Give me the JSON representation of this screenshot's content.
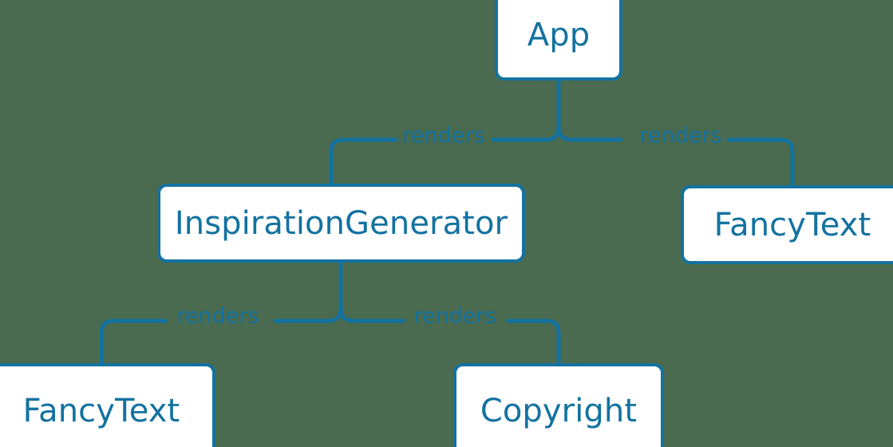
{
  "diagram": {
    "type": "component-tree",
    "background_color": "#4a6b50",
    "accent_color": "#1372a0",
    "node_fill_color": "#ffffff",
    "nodes": [
      {
        "id": "app",
        "label": "App"
      },
      {
        "id": "inspiration",
        "label": "InspirationGenerator"
      },
      {
        "id": "fancytext_right",
        "label": "FancyText"
      },
      {
        "id": "fancytext_left",
        "label": "FancyText"
      },
      {
        "id": "copyright",
        "label": "Copyright"
      }
    ],
    "edges": [
      {
        "from": "app",
        "to": "inspiration",
        "label": "renders"
      },
      {
        "from": "app",
        "to": "fancytext_right",
        "label": "renders"
      },
      {
        "from": "inspiration",
        "to": "fancytext_left",
        "label": "renders"
      },
      {
        "from": "inspiration",
        "to": "copyright",
        "label": "renders"
      }
    ]
  }
}
